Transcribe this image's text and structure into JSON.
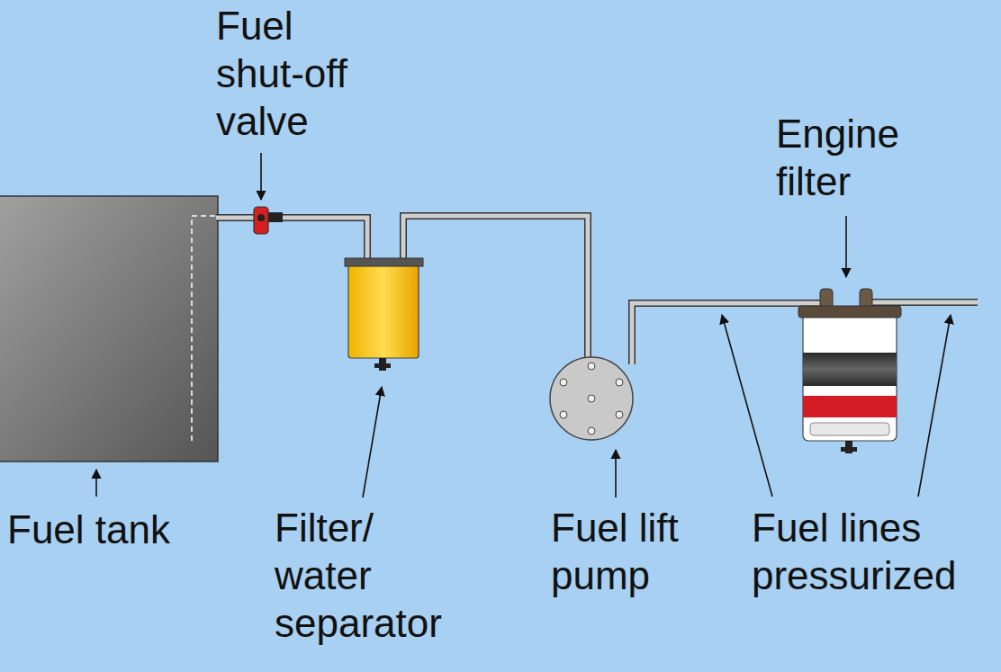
{
  "diagram": {
    "labels": [
      "Fuel shut-off valve",
      "Engine filter",
      "Fuel tank",
      "Filter/ water separator",
      "Fuel lift pump",
      "Fuel lines pressurized"
    ]
  }
}
